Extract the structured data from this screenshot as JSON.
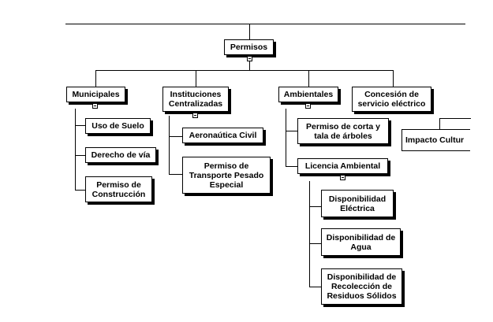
{
  "diagram": {
    "root": "Permisos",
    "municipales": {
      "label": "Municipales",
      "children": [
        "Uso de Suelo",
        "Derecho de vía",
        "Permiso de\nConstrucción"
      ]
    },
    "instituciones": {
      "label": "Instituciones\nCentralizadas",
      "children": [
        "Aeronaútica Civil",
        "Permiso de\nTransporte Pesado\nEspecial"
      ]
    },
    "ambientales": {
      "label": "Ambientales",
      "corta": "Permiso de corta y\ntala de árboles",
      "licencia": {
        "label": "Licencia Ambiental",
        "children": [
          "Disponibilidad\nEléctrica",
          "Disponibilidad de\nAgua",
          "Disponibilidad de\nRecolección de\nResiduos Sólidos"
        ]
      }
    },
    "concesion": {
      "label": "Concesión de\nservicio eléctrico",
      "impacto": "Impacto Cultur"
    }
  }
}
